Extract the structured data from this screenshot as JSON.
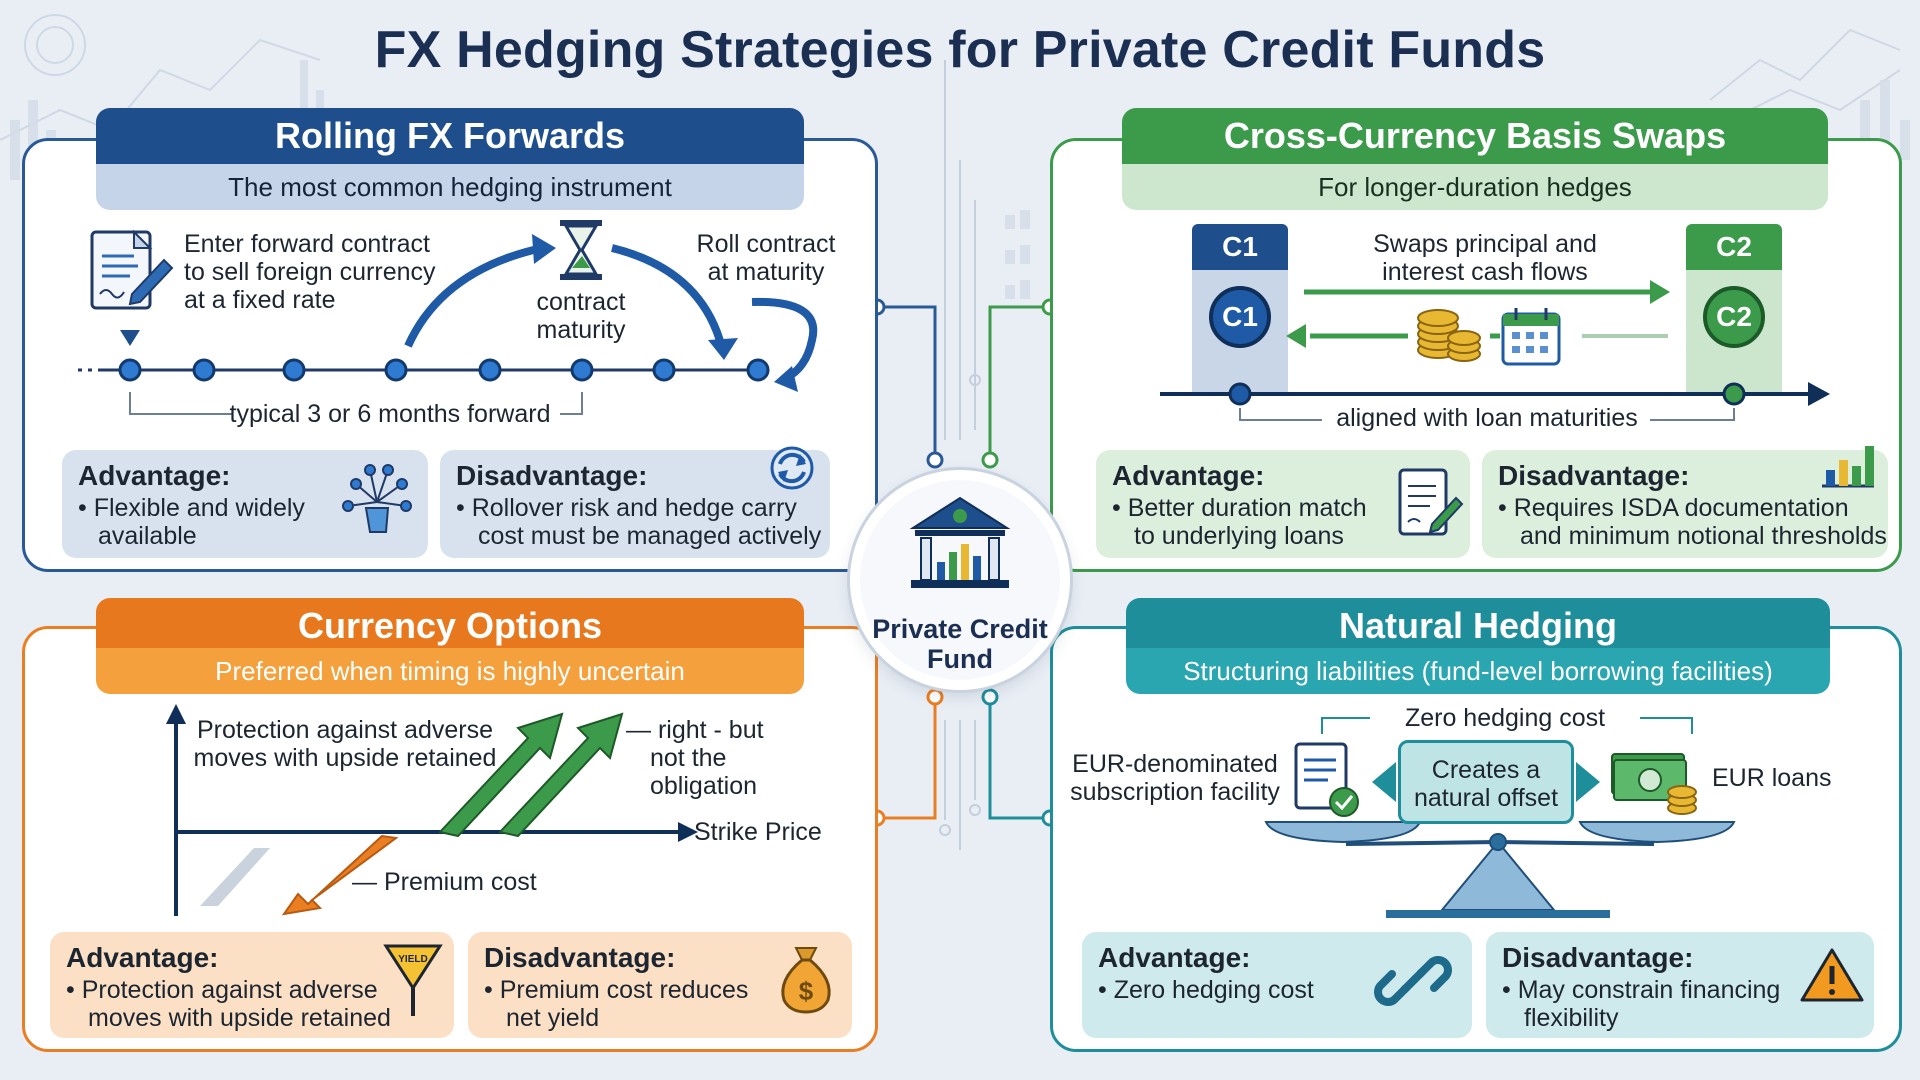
{
  "title": "FX Hedging Strategies for Private Credit Funds",
  "hub": {
    "label_line1": "Private Credit",
    "label_line2": "Fund"
  },
  "colors": {
    "blue": "#1f4e8c",
    "green": "#3c9a4b",
    "orange": "#ea7e22",
    "teal": "#1e8e9a"
  },
  "forwards": {
    "title": "Rolling FX Forwards",
    "subtitle": "The most common hedging instrument",
    "step1_l1": "Enter forward contract",
    "step1_l2": "to sell foreign currency",
    "step1_l3": "at a fixed rate",
    "maturity_l1": "contract",
    "maturity_l2": "maturity",
    "roll_l1": "Roll contract",
    "roll_l2": "at maturity",
    "tenor": "typical 3 or 6 months forward",
    "adv_title": "Advantage:",
    "adv_l1": "• Flexible and widely",
    "adv_l2": "available",
    "dis_title": "Disadvantage:",
    "dis_l1": "• Rollover risk and hedge carry",
    "dis_l2": "cost must be managed actively",
    "icons": [
      "document-pen-icon",
      "hourglass-icon",
      "network-hand-icon",
      "refresh-icon"
    ]
  },
  "swaps": {
    "title": "Cross-Currency Basis Swaps",
    "subtitle": "For longer-duration hedges",
    "c1_tab": "C1",
    "c1_coin": "C1",
    "c2_tab": "C2",
    "c2_coin": "C2",
    "flow_l1": "Swaps principal and",
    "flow_l2": "interest cash flows",
    "aligned": "aligned with loan maturities",
    "adv_title": "Advantage:",
    "adv_l1": "• Better duration match",
    "adv_l2": "to underlying loans",
    "dis_title": "Disadvantage:",
    "dis_l1": "• Requires ISDA documentation",
    "dis_l2": "and minimum notional thresholds",
    "icons": [
      "coins-icon",
      "calendar-icon",
      "document-pen-icon",
      "bar-chart-icon"
    ]
  },
  "options": {
    "title": "Currency Options",
    "subtitle": "Preferred when timing is highly uncertain",
    "protect_l1": "Protection against adverse",
    "protect_l2": "moves with upside retained",
    "right_l1": "— right - but",
    "right_l2": "not the",
    "right_l3": "obligation",
    "strike": "Strike Price",
    "premium": "— Premium cost",
    "adv_title": "Advantage:",
    "adv_l1": "• Protection against adverse",
    "adv_l2": "moves with upside retained",
    "dis_title": "Disadvantage:",
    "dis_l1": "• Premium cost reduces",
    "dis_l2": "net yield",
    "yield_sign": "YIELD",
    "icons": [
      "yield-sign-icon",
      "money-bag-icon"
    ]
  },
  "natural": {
    "title": "Natural Hedging",
    "subtitle": "Structuring liabilities (fund-level borrowing facilities)",
    "zero_cost": "Zero hedging cost",
    "left_l1": "EUR-denominated",
    "left_l2": "subscription facility",
    "offset_l1": "Creates a",
    "offset_l2": "natural offset",
    "right_label": "EUR loans",
    "adv_title": "Advantage:",
    "adv_l1": "• Zero hedging cost",
    "dis_title": "Disadvantage:",
    "dis_l1": "• May constrain financing",
    "dis_l2": "flexibility",
    "icons": [
      "document-check-icon",
      "cash-coins-icon",
      "balance-scale-icon",
      "chain-link-icon",
      "warning-icon"
    ]
  }
}
